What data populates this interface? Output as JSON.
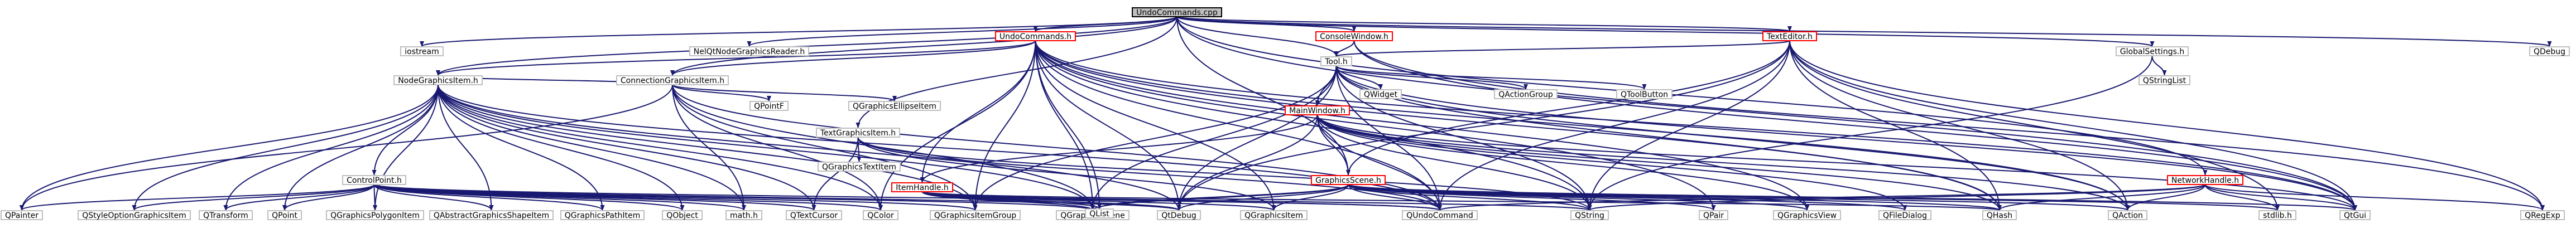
{
  "title": "UndoCommands.cpp",
  "nodes": [
    {
      "id": "undocommands_cpp",
      "label": "UndoCommands.cpp"
    },
    {
      "id": "iostream",
      "label": "iostream"
    },
    {
      "id": "nelqt",
      "label": "NelQtNodeGraphicsReader.h"
    },
    {
      "id": "undocommands_h",
      "label": "UndoCommands.h"
    },
    {
      "id": "consolewindow_h",
      "label": "ConsoleWindow.h"
    },
    {
      "id": "texteditor_h",
      "label": "TextEditor.h"
    },
    {
      "id": "globalsettings_h",
      "label": "GlobalSettings.h"
    },
    {
      "id": "qdebug",
      "label": "QDebug"
    },
    {
      "id": "qstringlist",
      "label": "QStringList"
    },
    {
      "id": "tool_h",
      "label": "Tool.h"
    },
    {
      "id": "connection_h",
      "label": "ConnectionGraphicsItem.h"
    },
    {
      "id": "textgraphics_h",
      "label": "TextGraphicsItem.h"
    },
    {
      "id": "mainwindow_h",
      "label": "MainWindow.h"
    },
    {
      "id": "nodegraphics_h",
      "label": "NodeGraphicsItem.h"
    },
    {
      "id": "qpointf",
      "label": "QPointF"
    },
    {
      "id": "qellipse",
      "label": "QGraphicsEllipseItem"
    },
    {
      "id": "qwidget",
      "label": "QWidget"
    },
    {
      "id": "qactiongroup",
      "label": "QActionGroup"
    },
    {
      "id": "qtoolbutton",
      "label": "QToolButton"
    },
    {
      "id": "qtextitem",
      "label": "QGraphicsTextItem"
    },
    {
      "id": "itemhandle_h",
      "label": "ItemHandle.h"
    },
    {
      "id": "graphicsscene_h",
      "label": "GraphicsScene.h"
    },
    {
      "id": "networkhandle_h",
      "label": "NetworkHandle.h"
    },
    {
      "id": "controlpoint_h",
      "label": "ControlPoint.h"
    },
    {
      "id": "qpainter",
      "label": "QPainter"
    },
    {
      "id": "qstyleoption",
      "label": "QStyleOptionGraphicsItem"
    },
    {
      "id": "qtransform",
      "label": "QTransform"
    },
    {
      "id": "qpoint",
      "label": "QPoint"
    },
    {
      "id": "qpolygon",
      "label": "QGraphicsPolygonItem"
    },
    {
      "id": "qabstractshape",
      "label": "QAbstractGraphicsShapeItem"
    },
    {
      "id": "qpathitem",
      "label": "QGraphicsPathItem"
    },
    {
      "id": "qobject",
      "label": "QObject"
    },
    {
      "id": "math_h",
      "label": "math.h"
    },
    {
      "id": "qtextcursor",
      "label": "QTextCursor"
    },
    {
      "id": "qcolor",
      "label": "QColor"
    },
    {
      "id": "qitemgroup",
      "label": "QGraphicsItemGroup"
    },
    {
      "id": "qscene",
      "label": "QGraphicsScene"
    },
    {
      "id": "qtdebug",
      "label": "QtDebug"
    },
    {
      "id": "qlist",
      "label": "QList"
    },
    {
      "id": "qgraphicsitem",
      "label": "QGraphicsItem"
    },
    {
      "id": "qundocommand",
      "label": "QUndoCommand"
    },
    {
      "id": "qstring",
      "label": "QString"
    },
    {
      "id": "qpair",
      "label": "QPair"
    },
    {
      "id": "qgraphicsview",
      "label": "QGraphicsView"
    },
    {
      "id": "qfiledialog",
      "label": "QFileDialog"
    },
    {
      "id": "qhash",
      "label": "QHash"
    },
    {
      "id": "qaction",
      "label": "QAction"
    },
    {
      "id": "stdlib_h",
      "label": "stdlib.h"
    },
    {
      "id": "qtgui",
      "label": "QtGui"
    },
    {
      "id": "qregexp",
      "label": "QRegExp"
    }
  ]
}
